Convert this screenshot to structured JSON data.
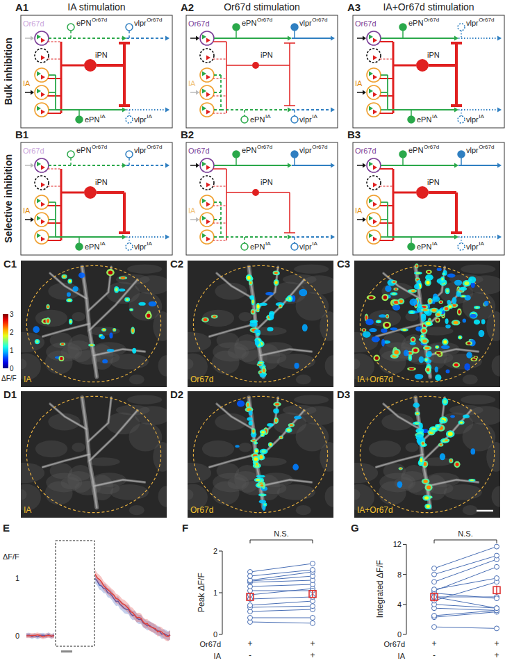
{
  "diagram": {
    "labels": [
      "IA stimulation",
      "Or67d stimulation",
      "IA+Or67d stimulation",
      "Bulk inhibition",
      "Selective inhibition",
      "A1",
      "A2",
      "A3",
      "B1",
      "B2",
      "B3",
      "Or67d",
      "IA",
      "ePN",
      "Or67d",
      "vlpr",
      "Or67d",
      "iPN",
      "ePN",
      "IA",
      "vlpr",
      "IA",
      "Or67d",
      "IA",
      "ePN",
      "Or67d",
      "vlpr",
      "Or67d",
      "iPN",
      "ePN",
      "IA",
      "vlpr",
      "IA",
      "Or67d",
      "IA",
      "ePN",
      "Or67d",
      "vlpr",
      "Or67d",
      "iPN",
      "ePN",
      "IA",
      "vlpr",
      "IA",
      "Or67d",
      "IA",
      "ePN",
      "Or67d",
      "vlpr",
      "Or67d",
      "iPN",
      "ePN",
      "IA",
      "vlpr",
      "IA",
      "Or67d",
      "IA",
      "ePN",
      "Or67d",
      "vlpr",
      "Or67d",
      "iPN",
      "ePN",
      "IA",
      "vlpr",
      "IA",
      "Or67d",
      "IA",
      "ePN",
      "Or67d",
      "vlpr",
      "Or67d",
      "iPN",
      "ePN",
      "IA",
      "vlpr",
      "IA",
      "C1",
      "C2",
      "C3",
      "D1",
      "D2",
      "D3",
      "IA",
      "Or67d",
      "IA+Or67d",
      "IA",
      "Or67d",
      "IA+Or67d",
      "3",
      "2",
      "1",
      "0",
      "ΔF/F",
      "E",
      "ΔF/F",
      "1",
      "0",
      "F",
      "N.S.",
      "2",
      "1",
      "0",
      "Peak ΔF/F",
      "Or67d",
      "IA",
      "+",
      "+",
      "-",
      "+",
      "G",
      "N.S.",
      "12",
      "8",
      "4",
      "0",
      "Integrated ΔF/F",
      "Or67d",
      "IA",
      "+",
      "+",
      "-",
      "+"
    ]
  }
}
